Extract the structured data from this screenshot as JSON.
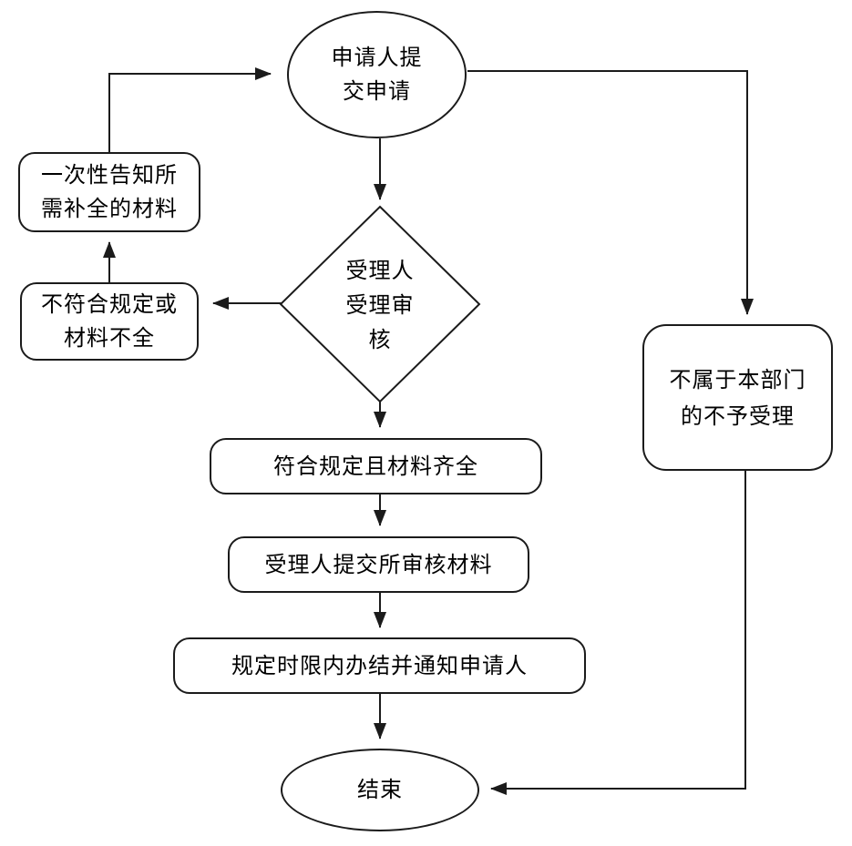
{
  "flowchart": {
    "background_color": "#ffffff",
    "line_color": "#1b1b1b",
    "text_color": "#000000",
    "nodes": {
      "start": {
        "shape": "ellipse",
        "label": "申请人提交申请",
        "lines": [
          "申请人提",
          "交申请"
        ]
      },
      "notify_materials": {
        "shape": "rounded-rect",
        "label": "一次性告知所需补全的材料",
        "lines": [
          "一次性告知所",
          "需补全的材料"
        ]
      },
      "not_compliant": {
        "shape": "rounded-rect",
        "label": "不符合规定或材料不全",
        "lines": [
          "不符合规定或",
          "材料不全"
        ]
      },
      "review": {
        "shape": "diamond",
        "label": "受理人受理审核",
        "lines": [
          "受理人",
          "受理审",
          "核"
        ]
      },
      "not_this_department": {
        "shape": "rounded-rect",
        "label": "不属于本部门的不予受理",
        "lines": [
          "不属于本部门",
          "的不予受理"
        ]
      },
      "compliant": {
        "shape": "rounded-rect",
        "label": "符合规定且材料齐全",
        "lines": [
          "符合规定且材料齐全"
        ]
      },
      "submit_review": {
        "shape": "rounded-rect",
        "label": "受理人提交所审核材料",
        "lines": [
          "受理人提交所审核材料"
        ]
      },
      "complete_notify": {
        "shape": "rounded-rect",
        "label": "规定时限内办结并通知申请人",
        "lines": [
          "规定时限内办结并通知申请人"
        ]
      },
      "end": {
        "shape": "ellipse",
        "label": "结束",
        "lines": [
          "结束"
        ]
      }
    },
    "edges": [
      {
        "from": "start",
        "to": "review"
      },
      {
        "from": "review",
        "to": "not_compliant"
      },
      {
        "from": "not_compliant",
        "to": "notify_materials"
      },
      {
        "from": "notify_materials",
        "to": "start"
      },
      {
        "from": "start",
        "to": "not_this_department"
      },
      {
        "from": "review",
        "to": "compliant"
      },
      {
        "from": "compliant",
        "to": "submit_review"
      },
      {
        "from": "submit_review",
        "to": "complete_notify"
      },
      {
        "from": "complete_notify",
        "to": "end"
      },
      {
        "from": "not_this_department",
        "to": "end"
      }
    ]
  }
}
